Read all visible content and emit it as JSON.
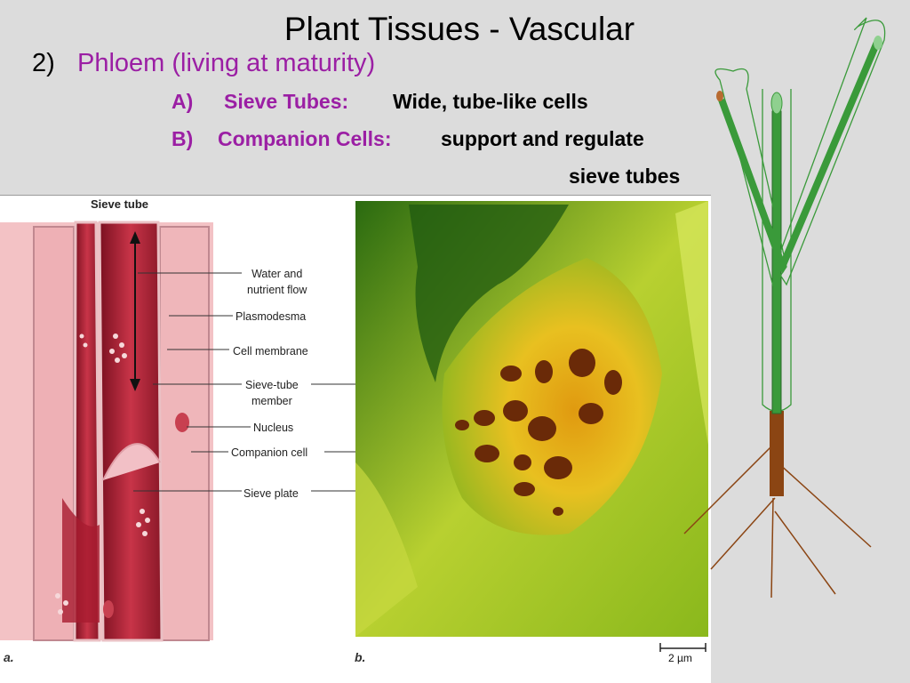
{
  "slide": {
    "title": "Plant Tissues - Vascular",
    "subtitle_number": "2)",
    "subtitle_text": "Phloem (living at maturity)",
    "bullets": [
      {
        "key": "A)",
        "term": "Sieve Tubes:",
        "description": "Wide, tube-like cells"
      },
      {
        "key": "B)",
        "term": "Companion Cells:",
        "description": "support and regulate",
        "continuation": "sieve tubes"
      }
    ]
  },
  "figure": {
    "title": "Sieve tube",
    "panel_a": "a.",
    "panel_b": "b.",
    "scale_bar": "2 µm",
    "labels": {
      "water_flow_1": "Water and",
      "water_flow_2": "nutrient flow",
      "plasmodesma": "Plasmodesma",
      "cell_membrane": "Cell membrane",
      "sieve_tube_member_1": "Sieve-tube",
      "sieve_tube_member_2": "member",
      "nucleus": "Nucleus",
      "companion_cell": "Companion cell",
      "sieve_plate": "Sieve plate"
    }
  },
  "colors": {
    "title": "#000000",
    "accent_purple": "#9b1fa4",
    "sieve_tube_red": "#b8243a",
    "companion_pink": "#f0b4b8",
    "micrograph_yellow": "#e8c020",
    "plant_green": "#3a9a3a",
    "root_brown": "#8b4513"
  }
}
